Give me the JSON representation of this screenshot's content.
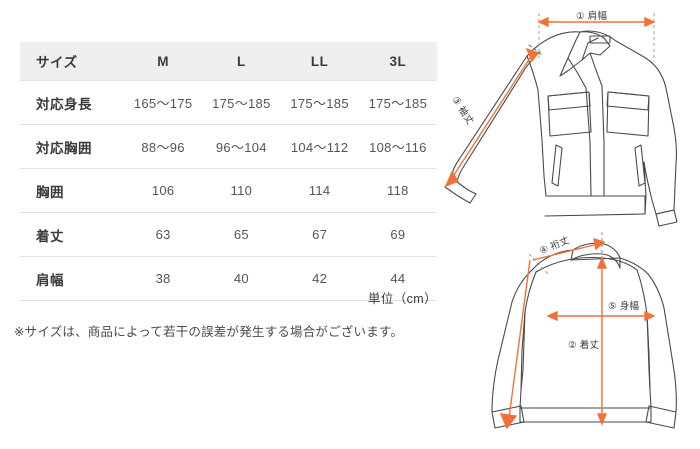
{
  "table": {
    "header": [
      "サイズ",
      "M",
      "L",
      "LL",
      "3L"
    ],
    "rows": [
      {
        "label": "対応身長",
        "values": [
          "165〜175",
          "175〜185",
          "175〜185",
          "175〜185"
        ]
      },
      {
        "label": "対応胸囲",
        "values": [
          "88〜96",
          "96〜104",
          "104〜112",
          "108〜116"
        ]
      },
      {
        "label": "胸囲",
        "values": [
          "106",
          "110",
          "114",
          "118"
        ]
      },
      {
        "label": "着丈",
        "values": [
          "63",
          "65",
          "67",
          "69"
        ]
      },
      {
        "label": "肩幅",
        "values": [
          "38",
          "40",
          "42",
          "44"
        ]
      }
    ],
    "unit_note": "単位（cm）",
    "disclaimer": "※サイズは、商品によって若干の誤差が発生する場合がございます。"
  },
  "diagram": {
    "front": {
      "view_name": "jacket-front-view",
      "labels": {
        "shoulder_width": "① 肩幅",
        "sleeve_length": "③ 袖丈"
      }
    },
    "back": {
      "view_name": "jacket-back-view",
      "labels": {
        "sleeve_reach": "④ 裄丈",
        "body_width": "⑤ 身幅",
        "body_length": "② 着丈"
      }
    }
  },
  "colors": {
    "arrow": "#F2703A",
    "outline": "#4a4a4a",
    "header_bg": "#EFEFEF",
    "row_border": "#E2E2E2",
    "guide": "#8a8a8a"
  }
}
